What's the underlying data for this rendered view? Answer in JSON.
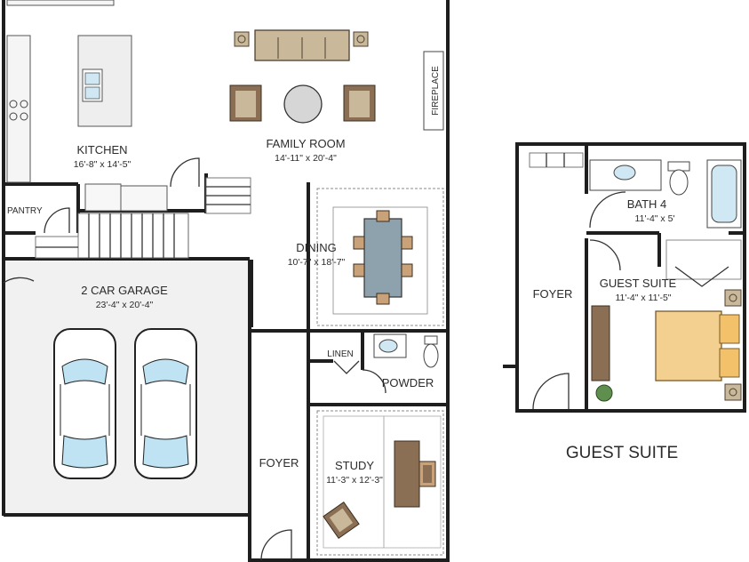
{
  "main_plan": {
    "rooms": [
      {
        "id": "kitchen",
        "name": "KITCHEN",
        "dims": "16'-8\" x 14'-5\""
      },
      {
        "id": "family-room",
        "name": "FAMILY ROOM",
        "dims": "14'-11\" x 20'-4\""
      },
      {
        "id": "fireplace",
        "name": "FIREPLACE"
      },
      {
        "id": "pantry",
        "name": "PANTRY"
      },
      {
        "id": "dining",
        "name": "DINING",
        "dims": "10'-7\" x 18'-7\""
      },
      {
        "id": "garage",
        "name": "2 CAR GARAGE",
        "dims": "23'-4\" x 20'-4\""
      },
      {
        "id": "linen",
        "name": "LINEN"
      },
      {
        "id": "powder",
        "name": "POWDER"
      },
      {
        "id": "foyer",
        "name": "FOYER"
      },
      {
        "id": "study",
        "name": "STUDY",
        "dims": "11'-3\" x 12'-3\""
      }
    ]
  },
  "guest_plan": {
    "title": "GUEST SUITE",
    "rooms": [
      {
        "id": "bath4",
        "name": "BATH 4",
        "dims": "11'-4\" x 5'"
      },
      {
        "id": "guest-suite",
        "name": "GUEST SUITE",
        "dims": "11'-4\" x 11'-5\""
      },
      {
        "id": "foyer2",
        "name": "FOYER"
      }
    ]
  },
  "colors": {
    "wall": "#1e1e1e",
    "garage_floor": "#f1f1f1",
    "furniture_brown": "#8a6f55",
    "sofa": "#c9b99a",
    "table_blue": "#8ea2ae",
    "bed": "#f4d090",
    "car_glass": "#bfe3f2"
  }
}
